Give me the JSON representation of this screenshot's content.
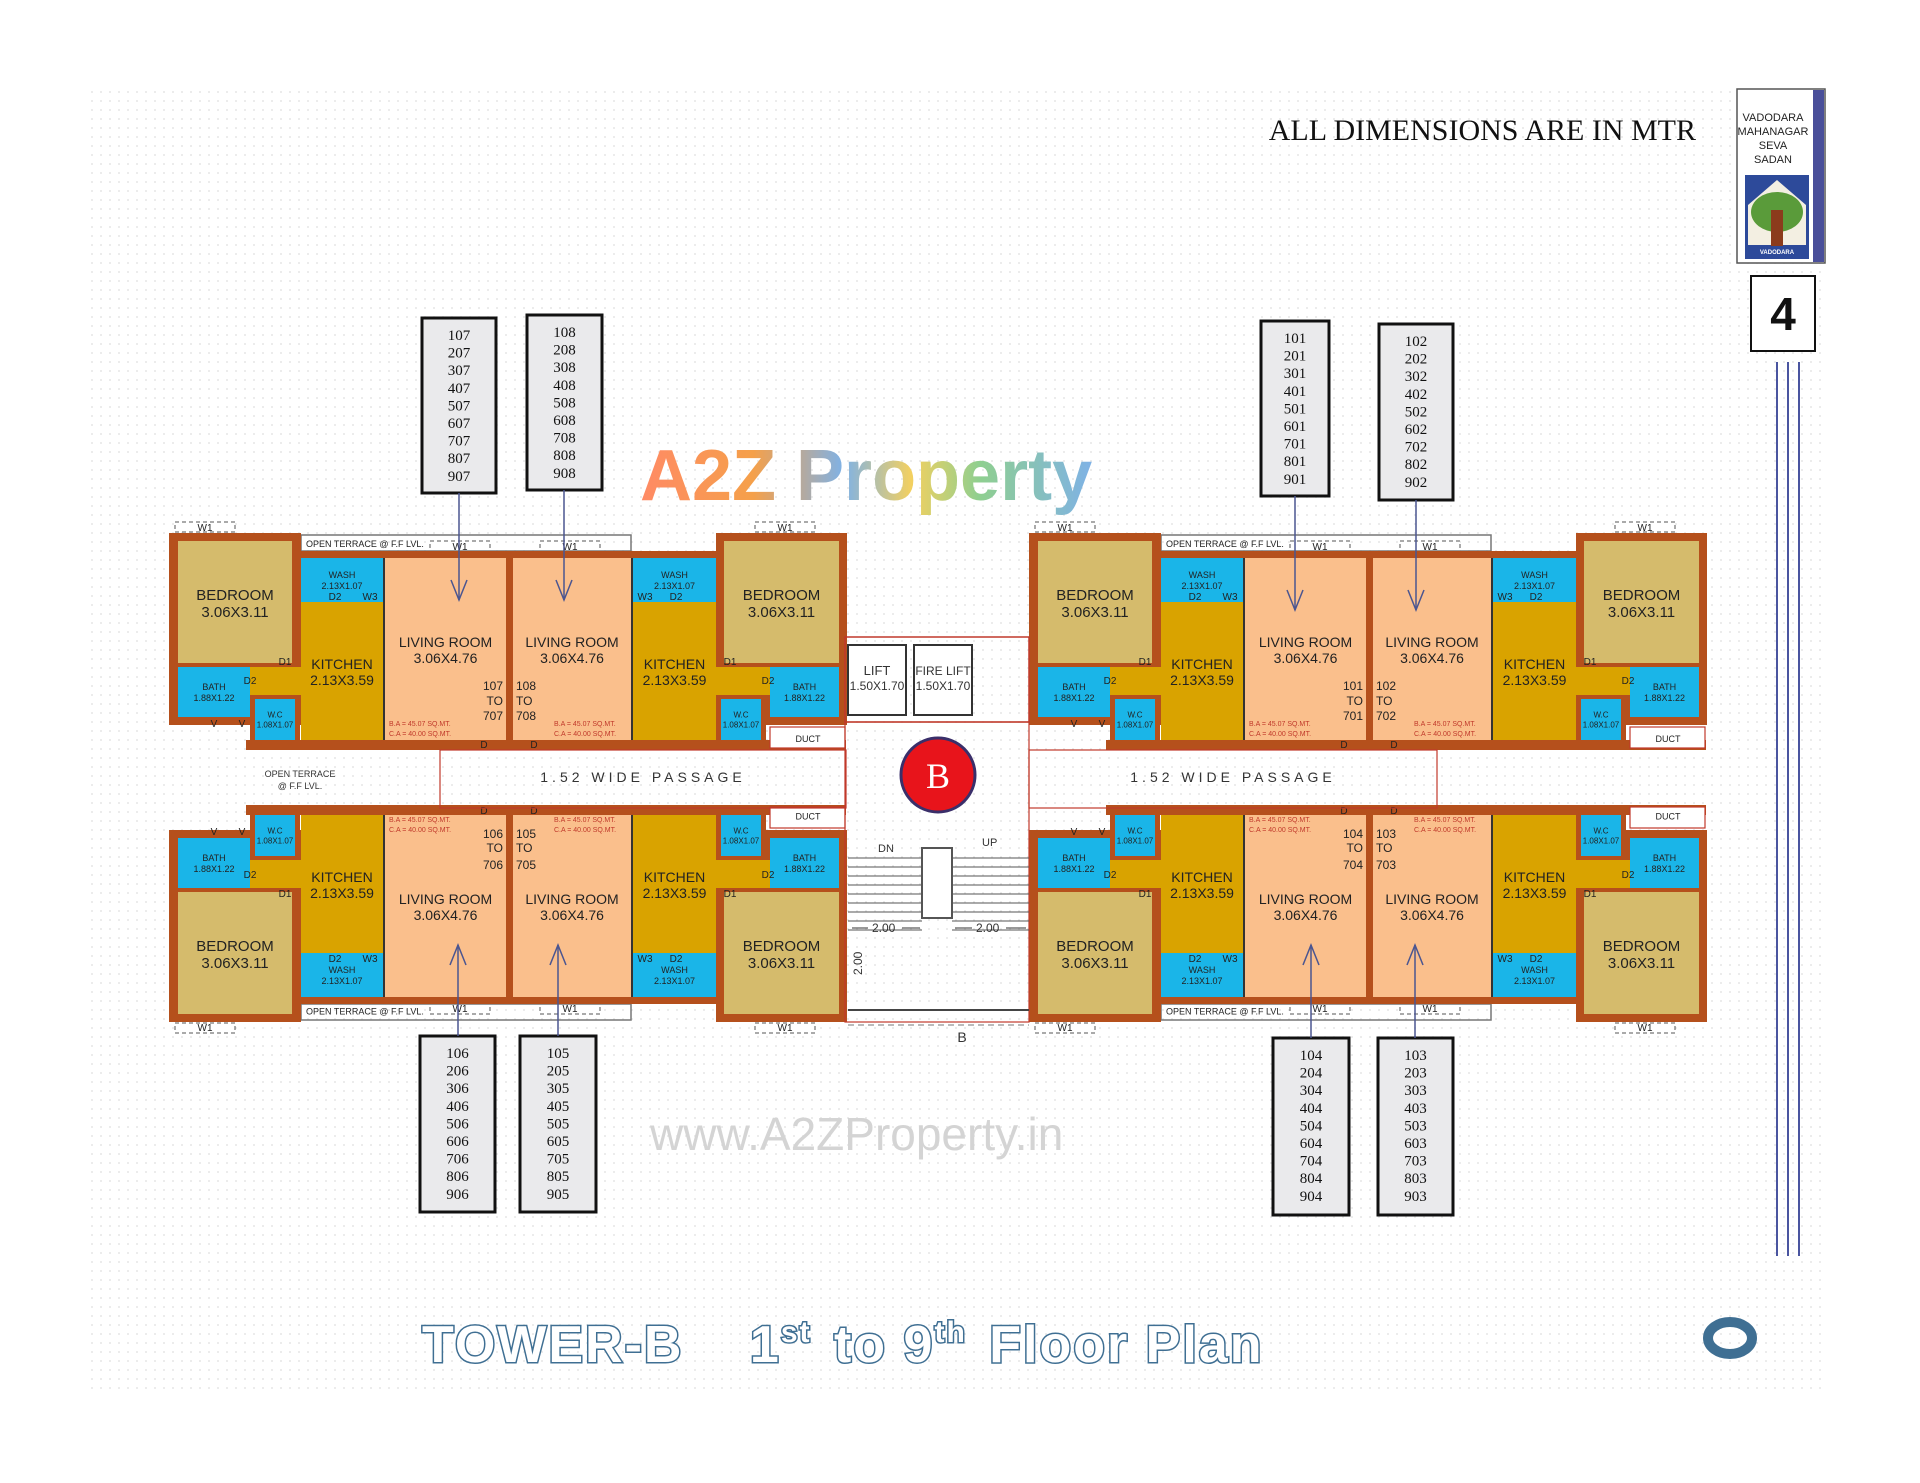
{
  "header": {
    "note": "ALL DIMENSIONS ARE IN MTR",
    "page_number": "4"
  },
  "logo": {
    "lines": [
      "VADODARA",
      "MAHANAGAR",
      "SEVA",
      "SADAN"
    ],
    "caption": "VADODARA"
  },
  "title": {
    "tower": "TOWER-B",
    "floor_from": "1",
    "sup_from": "st",
    "to": "to",
    "floor_to": "9",
    "sup_to": "th",
    "rest": "Floor Plan"
  },
  "rooms": {
    "bedroom": {
      "label": "BEDROOM",
      "size": "3.06X3.11"
    },
    "kitchen": {
      "label": "KITCHEN",
      "size": "2.13X3.59"
    },
    "living": {
      "label": "LIVING ROOM",
      "size": "3.06X4.76"
    },
    "wash": {
      "label": "WASH",
      "size": "2.13X1.07"
    },
    "bath": {
      "label": "BATH",
      "size": "1.88X1.22"
    },
    "wc": {
      "label": "W.C",
      "size": "1.08X1.07"
    }
  },
  "area": {
    "ba": "B.A = 45.07 SQ.MT.",
    "ca": "C.A = 40.00 SQ.MT."
  },
  "labels": {
    "w1": "W1",
    "w3": "W3",
    "d": "D",
    "d1": "D1",
    "d2": "D2",
    "v": "V",
    "duct": "DUCT",
    "to": "TO",
    "open_terrace": "OPEN TERRACE @ F.F LVL.",
    "open_terrace_side": [
      "OPEN TERRACE",
      "@ F.F LVL."
    ],
    "passage": "1.52 WIDE PASSAGE"
  },
  "core": {
    "lift": "LIFT",
    "lift_size": "1.50X1.70",
    "fire_lift": "FIRE LIFT",
    "fire_lift_size": "1.50X1.70",
    "tower_marker": "B",
    "dn": "DN",
    "up": "UP",
    "dim": "2.00",
    "section": "B"
  },
  "wings": [
    {
      "units": [
        {
          "from": "107",
          "to": "707",
          "flats": [
            "107",
            "207",
            "307",
            "407",
            "507",
            "607",
            "707",
            "807",
            "907"
          ]
        },
        {
          "from": "108",
          "to": "708",
          "flats": [
            "108",
            "208",
            "308",
            "408",
            "508",
            "608",
            "708",
            "808",
            "908"
          ]
        }
      ]
    },
    {
      "units": [
        {
          "from": "101",
          "to": "701",
          "flats": [
            "101",
            "201",
            "301",
            "401",
            "501",
            "601",
            "701",
            "801",
            "901"
          ]
        },
        {
          "from": "102",
          "to": "702",
          "flats": [
            "102",
            "202",
            "302",
            "402",
            "502",
            "602",
            "702",
            "802",
            "902"
          ]
        }
      ]
    },
    {
      "units": [
        {
          "from": "106",
          "to": "706",
          "flats": [
            "106",
            "206",
            "306",
            "406",
            "506",
            "606",
            "706",
            "806",
            "906"
          ]
        },
        {
          "from": "105",
          "to": "705",
          "flats": [
            "105",
            "205",
            "305",
            "405",
            "505",
            "605",
            "705",
            "805",
            "905"
          ]
        }
      ]
    },
    {
      "units": [
        {
          "from": "104",
          "to": "704",
          "flats": [
            "104",
            "204",
            "304",
            "404",
            "504",
            "604",
            "704",
            "804",
            "904"
          ]
        },
        {
          "from": "103",
          "to": "703",
          "flats": [
            "103",
            "203",
            "303",
            "403",
            "503",
            "603",
            "703",
            "803",
            "903"
          ]
        }
      ]
    }
  ],
  "watermark": {
    "brand": "A2Z Property",
    "url": "www.A2ZProperty.in"
  },
  "colors": {
    "wall": "#b5501c",
    "bedroom": "#d5bb6c",
    "kitchen": "#d9a300",
    "living": "#fabf8c",
    "wet": "#1ab5e8",
    "title": "#3f6f93",
    "marker": "#e8141b",
    "logo_blue": "#2d4a9a"
  }
}
